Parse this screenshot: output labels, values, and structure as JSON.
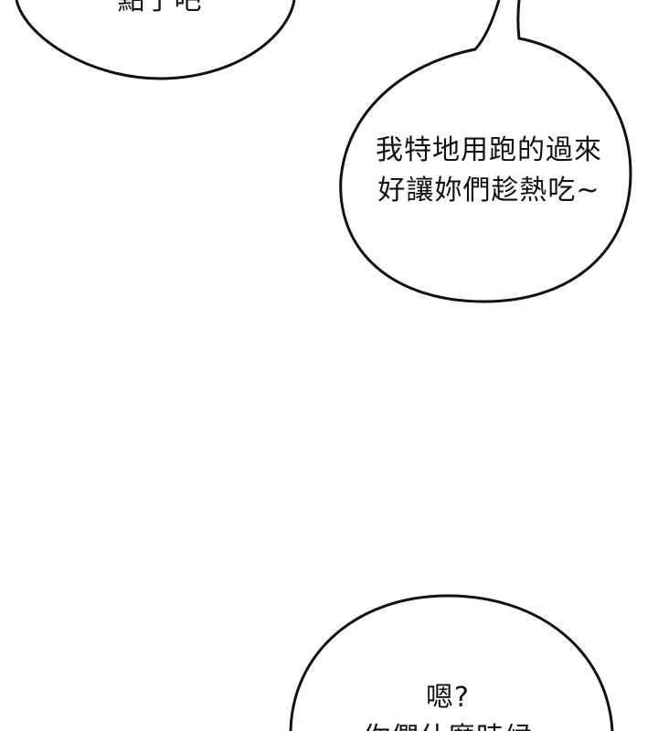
{
  "bubbles": {
    "top": {
      "lines": [
        "點了吧"
      ]
    },
    "middle": {
      "lines": [
        "我特地用跑的過來",
        "好讓妳們趁熱吃~"
      ]
    },
    "bottom": {
      "lines": [
        "嗯?",
        "你們什麼時候"
      ]
    }
  }
}
